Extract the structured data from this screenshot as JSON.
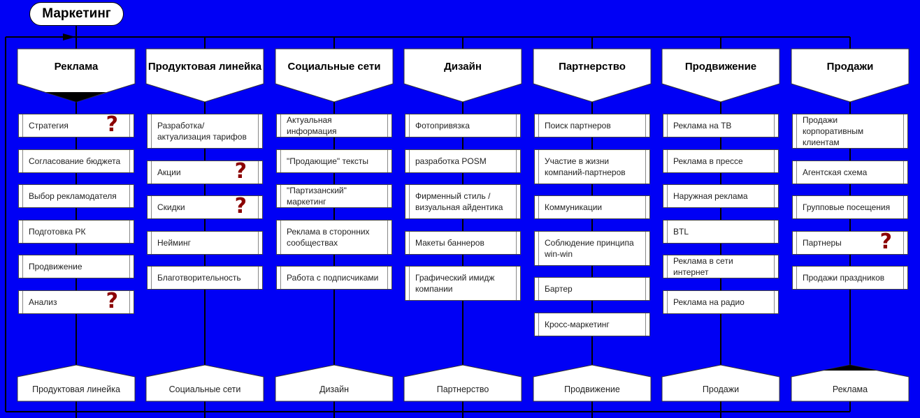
{
  "title": "Маркетинг",
  "colors": {
    "background": "#0000f5",
    "question_mark": "#8b0000"
  },
  "columns": [
    {
      "header": "Реклама",
      "footer": "Продуктовая линейка",
      "actions": [
        {
          "text": "Стратегия",
          "question": true
        },
        {
          "text": "Согласование бюджета"
        },
        {
          "text": "Выбор рекламодателя"
        },
        {
          "text": "Подготовка РК"
        },
        {
          "text": "Продвижение"
        },
        {
          "text": "Анализ",
          "question": true
        }
      ]
    },
    {
      "header": "Продуктовая линейка",
      "footer": "Социальные сети",
      "actions": [
        {
          "text": "Разработка/актуализация тарифов",
          "lines": 2
        },
        {
          "text": "Акции",
          "question": true
        },
        {
          "text": "Скидки",
          "question": true
        },
        {
          "text": "Нейминг"
        },
        {
          "text": "Благотворительность"
        }
      ]
    },
    {
      "header": "Социальные сети",
      "footer": "Дизайн",
      "actions": [
        {
          "text": "Актуальная информация"
        },
        {
          "text": "\"Продающие\" тексты"
        },
        {
          "text": "\"Партизанский\" маркетинг"
        },
        {
          "text": "Реклама в сторонних сообществах",
          "lines": 2
        },
        {
          "text": "Работа с подписчиками"
        }
      ]
    },
    {
      "header": "Дизайн",
      "footer": "Партнерство",
      "actions": [
        {
          "text": "Фотопривязка"
        },
        {
          "text": "разработка POSM"
        },
        {
          "text": "Фирменный стиль / визуальная айдентика",
          "lines": 2
        },
        {
          "text": "Макеты баннеров"
        },
        {
          "text": "Графический имидж компании",
          "lines": 2
        }
      ]
    },
    {
      "header": "Партнерство",
      "footer": "Продвижение",
      "actions": [
        {
          "text": "Поиск партнеров"
        },
        {
          "text": "Участие в жизни компаний-партнеров",
          "lines": 2
        },
        {
          "text": "Коммуникации"
        },
        {
          "text": "Соблюдение принципа win-win",
          "lines": 2
        },
        {
          "text": "Бартер"
        },
        {
          "text": "Кросс-маркетинг"
        }
      ]
    },
    {
      "header": "Продвижение",
      "footer": "Продажи",
      "actions": [
        {
          "text": "Реклама на ТВ"
        },
        {
          "text": "Реклама в прессе"
        },
        {
          "text": "Наружная реклама"
        },
        {
          "text": "BTL"
        },
        {
          "text": "Реклама в сети интернет"
        },
        {
          "text": "Реклама на радио"
        }
      ]
    },
    {
      "header": "Продажи",
      "footer": "Реклама",
      "actions": [
        {
          "text": "Продажи корпоративным клиентам",
          "lines": 2
        },
        {
          "text": "Агентская схема"
        },
        {
          "text": "Групповые посещения"
        },
        {
          "text": "Партнеры",
          "question": true
        },
        {
          "text": "Продажи праздников"
        }
      ]
    }
  ]
}
